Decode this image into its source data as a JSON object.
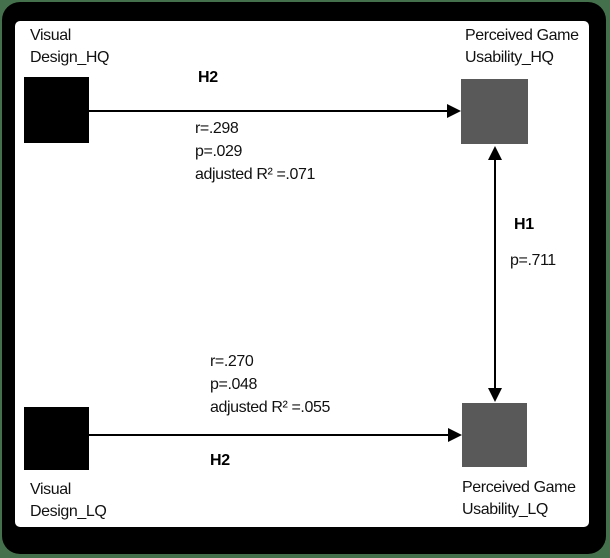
{
  "colors": {
    "background": "#44704C",
    "frame": "#000000",
    "canvas": "#FFFFFF",
    "node_visual_design": "#000000",
    "node_perceived_usability": "#595959",
    "arrow": "#000000"
  },
  "nodes": {
    "visual_design_hq": {
      "label_line1": "Visual",
      "label_line2": "Design_HQ"
    },
    "perceived_game_usability_hq": {
      "label_line1": "Perceived Game",
      "label_line2": "Usability_HQ"
    },
    "visual_design_lq": {
      "label_line1": "Visual",
      "label_line2": "Design_LQ"
    },
    "perceived_game_usability_lq": {
      "label_line1": "Perceived Game",
      "label_line2": "Usability_LQ"
    }
  },
  "edges": {
    "h2_top": {
      "label": "H2",
      "stats": [
        "r=.298",
        "p=.029",
        "adjusted R² =.071"
      ]
    },
    "h1_right": {
      "label": "H1",
      "stats": [
        "p=.711"
      ]
    },
    "h2_bottom": {
      "label": "H2",
      "stats": [
        "r=.270",
        "p=.048",
        "adjusted R² =.055"
      ]
    }
  }
}
